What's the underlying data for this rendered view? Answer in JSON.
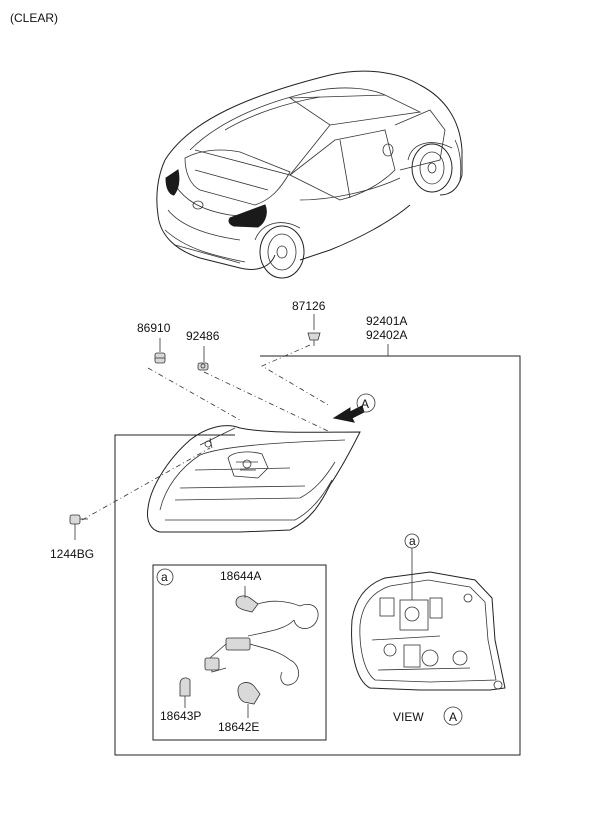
{
  "header": {
    "variant_label": "(CLEAR)"
  },
  "parts": {
    "p86910": "86910",
    "p92486": "92486",
    "p87126": "87126",
    "p92401A": "92401A",
    "p92402A": "92402A",
    "p1244BG": "1244BG",
    "p18644A": "18644A",
    "p18643P": "18643P",
    "p18642E": "18642E"
  },
  "callouts": {
    "view_marker": "A",
    "detail_marker": "a",
    "view_prefix": "VIEW",
    "view_marker_letter": "A"
  }
}
